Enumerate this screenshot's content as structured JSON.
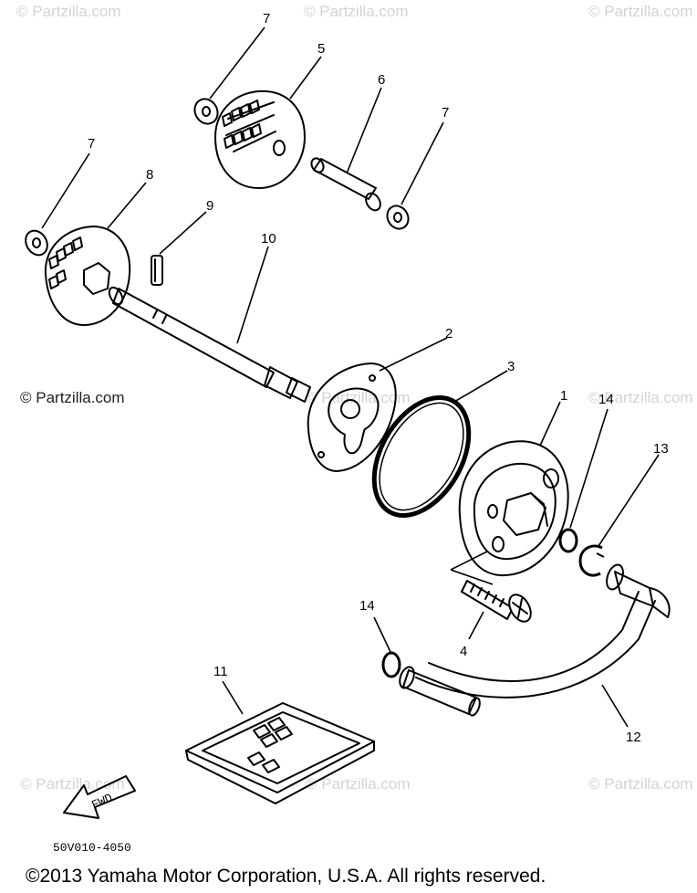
{
  "watermarks": {
    "top_left": "© Partzilla.com",
    "top_center": "© Partzilla.com",
    "top_right": "© Partzilla.com",
    "mid_left": "© Partzilla.com",
    "mid_center": "© Partzilla.com",
    "mid_right": "© Partzilla.com",
    "bottom_left": "© Partzilla.com",
    "bottom_center": "© Partzilla.com",
    "bottom_right": "© Partzilla.com"
  },
  "callouts": {
    "p1": "1",
    "p2": "2",
    "p3": "3",
    "p4": "4",
    "p5": "5",
    "p6": "6",
    "p7a": "7",
    "p7b": "7",
    "p7c": "7",
    "p8": "8",
    "p9": "9",
    "p10": "10",
    "p11": "11",
    "p12": "12",
    "p13": "13",
    "p14a": "14",
    "p14b": "14"
  },
  "fwd_label": "FWD",
  "diagram_code": "50V010-4050",
  "copyright": "©2013  Yamaha Motor Corporation, U.S.A. All rights reserved.",
  "colors": {
    "ink": "#000000",
    "watermark": "#d3d3d3",
    "background": "#ffffff"
  }
}
